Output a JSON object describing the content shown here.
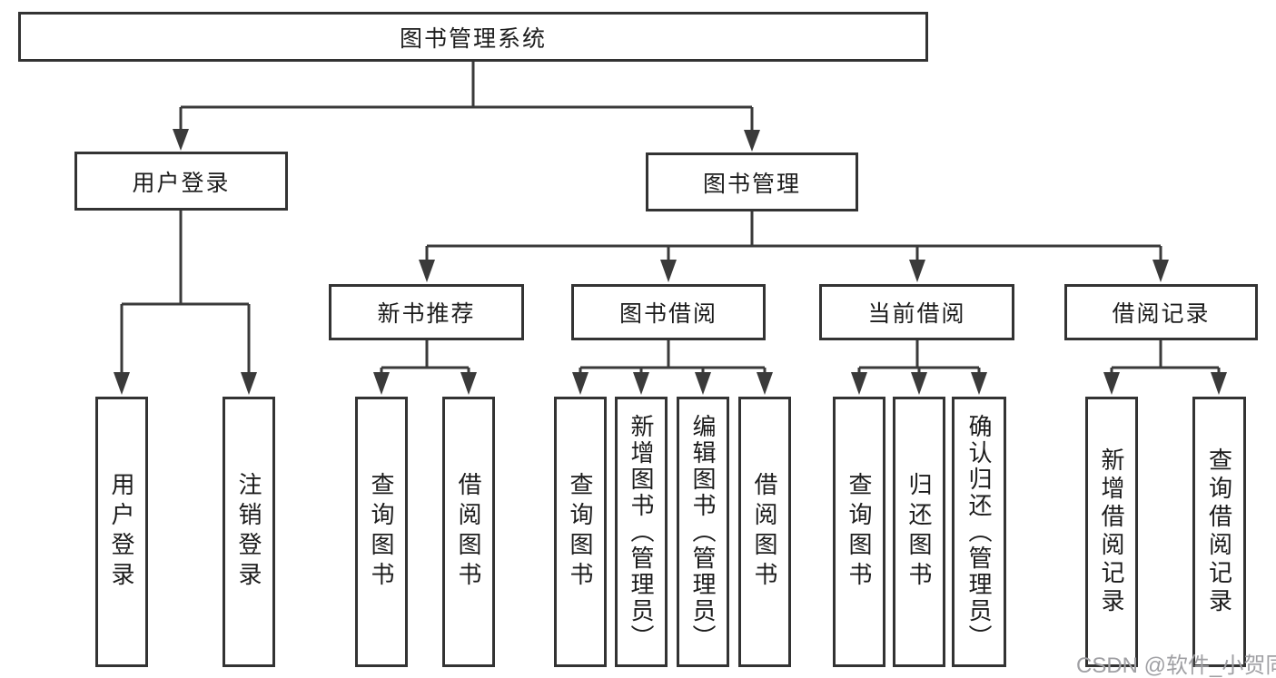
{
  "tree": {
    "label": "图书管理系统",
    "children": [
      {
        "label": "用户登录",
        "children": [
          {
            "label": "用户登录"
          },
          {
            "label": "注销登录"
          }
        ]
      },
      {
        "label": "图书管理",
        "children": [
          {
            "label": "新书推荐",
            "children": [
              {
                "label": "查询图书"
              },
              {
                "label": "借阅图书"
              }
            ]
          },
          {
            "label": "图书借阅",
            "children": [
              {
                "label": "查询图书"
              },
              {
                "label": "新增图书（管理员）"
              },
              {
                "label": "编辑图书（管理员）"
              },
              {
                "label": "借阅图书"
              }
            ]
          },
          {
            "label": "当前借阅",
            "children": [
              {
                "label": "查询图书"
              },
              {
                "label": "归还图书"
              },
              {
                "label": "确认归还（管理员）"
              }
            ]
          },
          {
            "label": "借阅记录",
            "children": [
              {
                "label": "新增借阅记录"
              },
              {
                "label": "查询借阅记录"
              }
            ]
          }
        ]
      }
    ]
  },
  "watermark": {
    "text": "CSDN @软件_小贺同学",
    "color": "#a0a0a4"
  },
  "colors": {
    "line": "#3a3a3a",
    "box_border": "#333333",
    "text": "#1c1c1c",
    "background": "#ffffff"
  }
}
